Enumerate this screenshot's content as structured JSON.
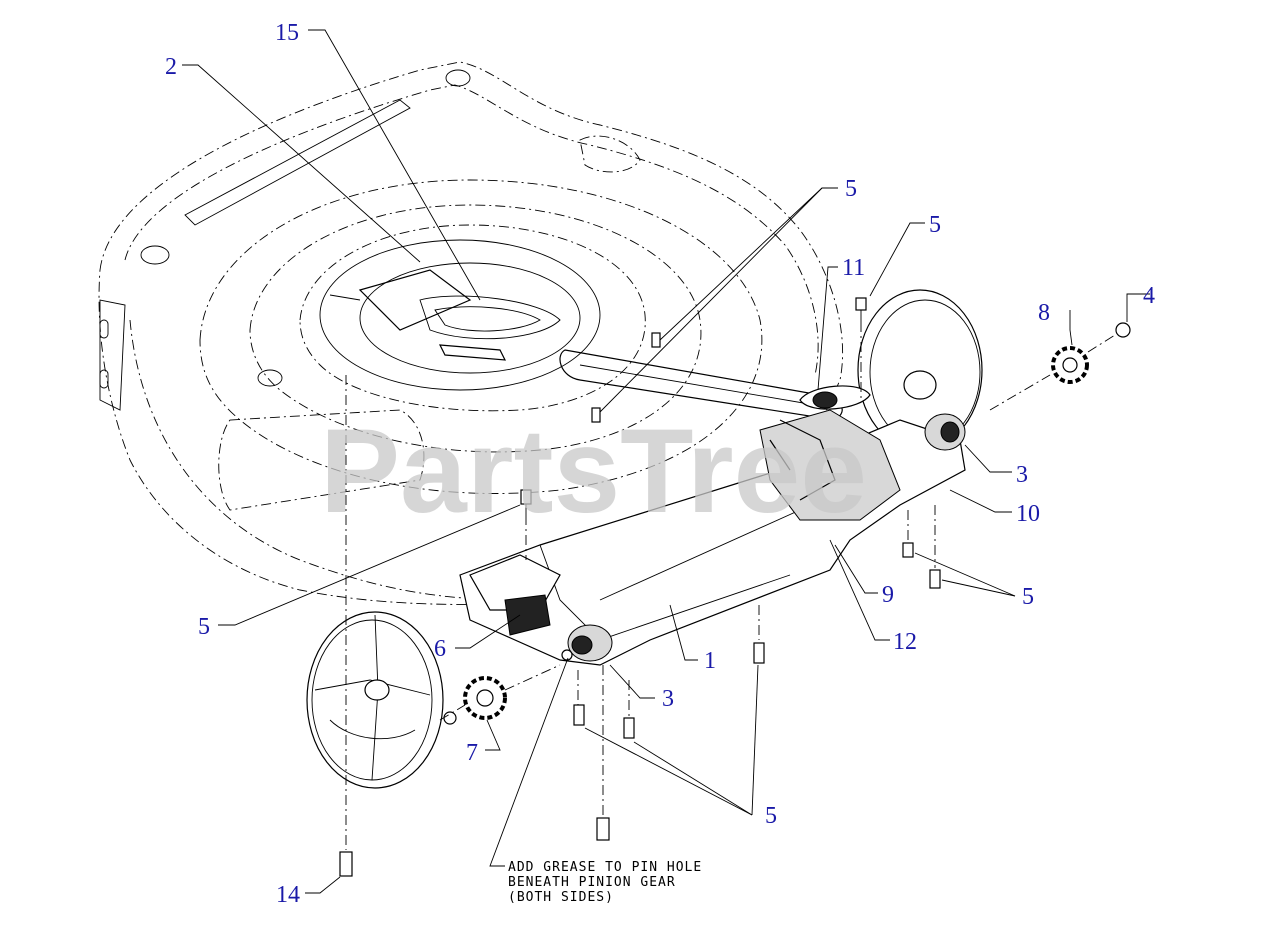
{
  "watermark": "PartsTree",
  "note": {
    "line1": "ADD GREASE TO PIN HOLE",
    "line2": "BENEATH PINION GEAR",
    "line3": "(BOTH SIDES)"
  },
  "callouts": {
    "c15": "15",
    "c2": "2",
    "c5a": "5",
    "c5b": "5",
    "c11": "11",
    "c8": "8",
    "c4": "4",
    "c3a": "3",
    "c10": "10",
    "c5c": "5",
    "c9": "9",
    "c12": "12",
    "c5d": "5",
    "c6": "6",
    "c1": "1",
    "c3b": "3",
    "c7": "7",
    "c5e": "5",
    "c14": "14"
  }
}
